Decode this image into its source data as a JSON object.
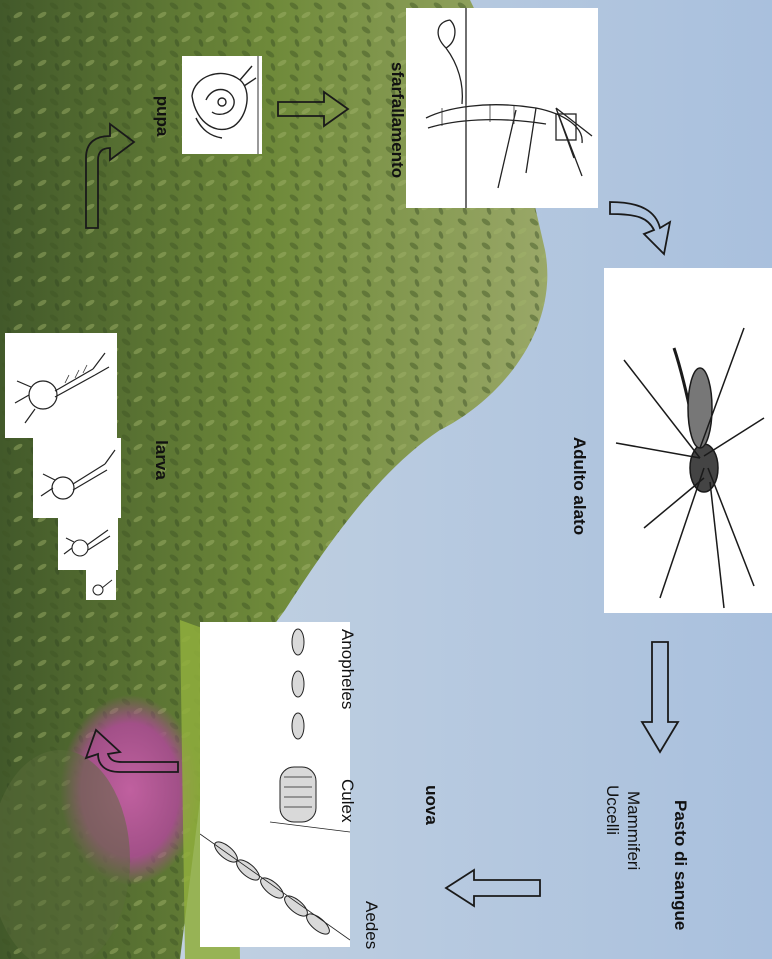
{
  "stages": {
    "pupa": "pupa",
    "emergence": "sfarfallamento",
    "adult": "Adulto alato",
    "blood_meal": "Pasto di sangue",
    "hosts": [
      "Mammiferi",
      "Uccelli"
    ],
    "eggs": "uova",
    "larva": "larva"
  },
  "egg_types": [
    "Anopheles",
    "Culex",
    "Aedes"
  ],
  "colors": {
    "sky": "#b9cce0",
    "vegetation": "#6f8a3a",
    "flowers": "#b0508f",
    "grass": "#8fae3c",
    "arrow_stroke": "#1a1a1a"
  }
}
